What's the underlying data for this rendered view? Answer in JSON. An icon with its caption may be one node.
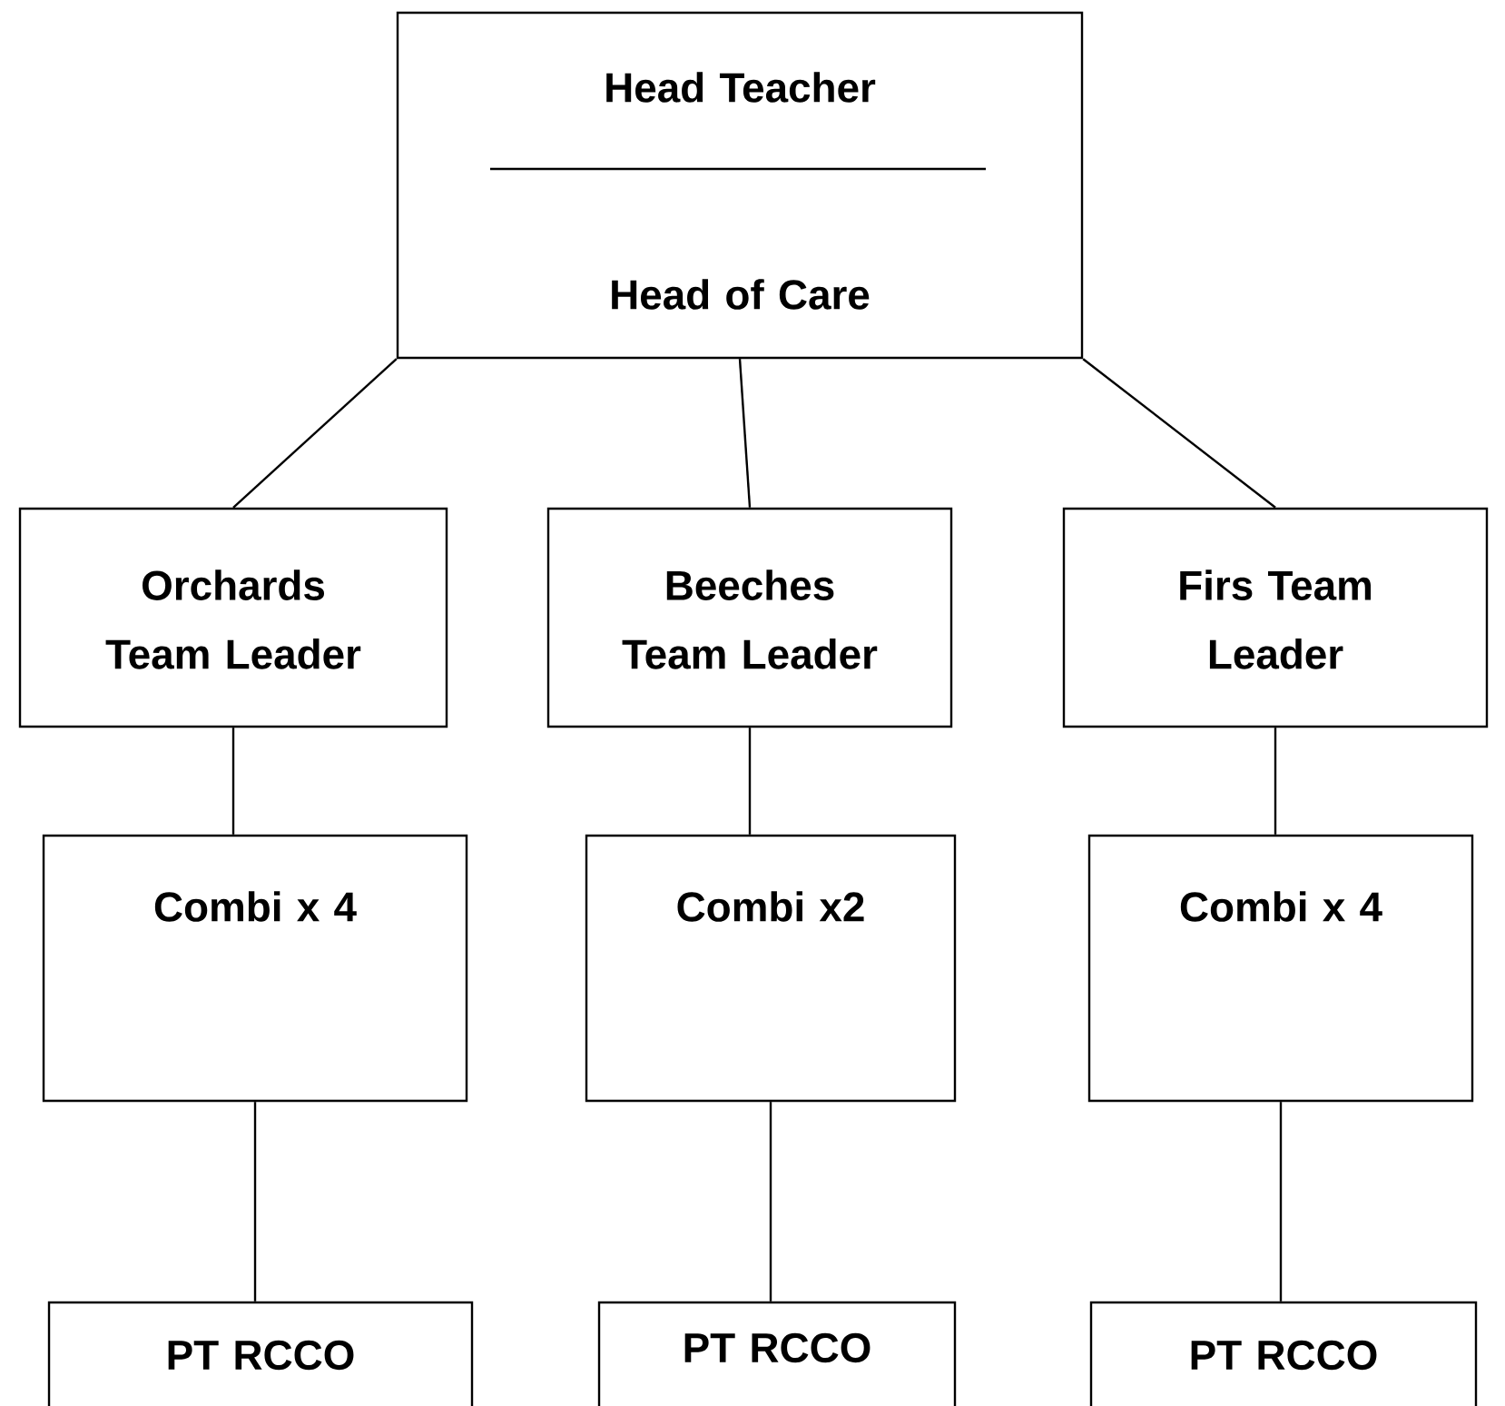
{
  "diagram": {
    "nodes": [
      {
        "text": [
          "Head Teacher",
          "Head of Care"
        ]
      },
      {
        "text": [
          "Orchards Team Leader"
        ]
      },
      {
        "text": [
          "Beeches Team Leader"
        ]
      },
      {
        "text": [
          "Firs Team Leader"
        ]
      },
      {
        "text": [
          "Combi x 4"
        ]
      },
      {
        "text": [
          "Combi x2"
        ]
      },
      {
        "text": [
          "Combi x 4"
        ]
      },
      {
        "text": [
          "PT RCCO"
        ]
      },
      {
        "text": [
          "PT RCCO"
        ]
      },
      {
        "text": [
          "PT RCCO"
        ]
      }
    ],
    "edges": [
      {
        "from": 0,
        "to": 1,
        "arrow": "none"
      },
      {
        "from": 0,
        "to": 2,
        "arrow": "none"
      },
      {
        "from": 0,
        "to": 3,
        "arrow": "none"
      },
      {
        "from": 1,
        "to": 4,
        "arrow": "none"
      },
      {
        "from": 2,
        "to": 5,
        "arrow": "none"
      },
      {
        "from": 3,
        "to": 6,
        "arrow": "none"
      },
      {
        "from": 4,
        "to": 7,
        "arrow": "none"
      },
      {
        "from": 5,
        "to": 8,
        "arrow": "none"
      },
      {
        "from": 6,
        "to": 9,
        "arrow": "none"
      }
    ]
  }
}
